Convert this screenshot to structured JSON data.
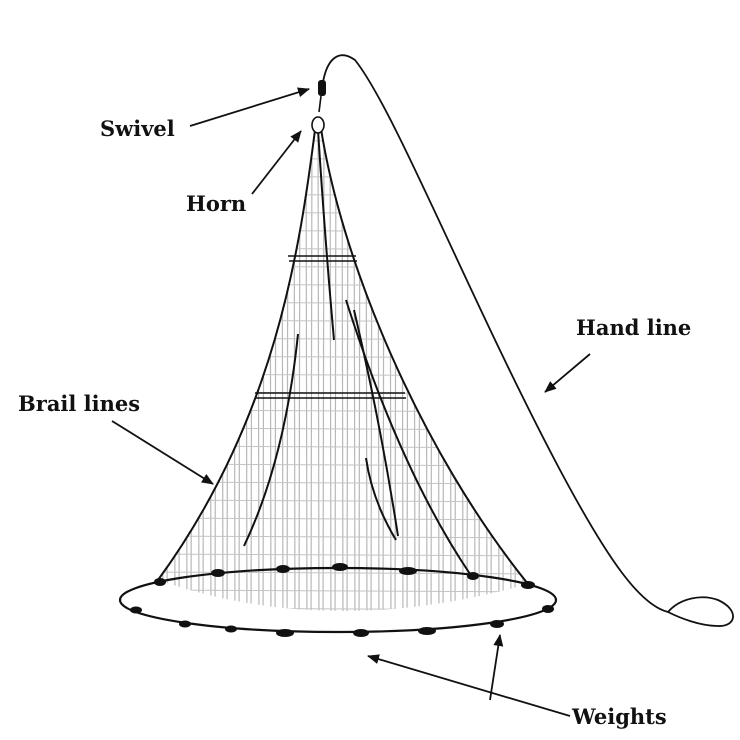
{
  "labels": {
    "swivel": "Swivel",
    "horn": "Horn",
    "hand_line": "Hand line",
    "brail_lines": "Brail lines",
    "weights": "Weights"
  },
  "colors": {
    "ink": "#111111",
    "mesh": "#b8b8b8"
  }
}
